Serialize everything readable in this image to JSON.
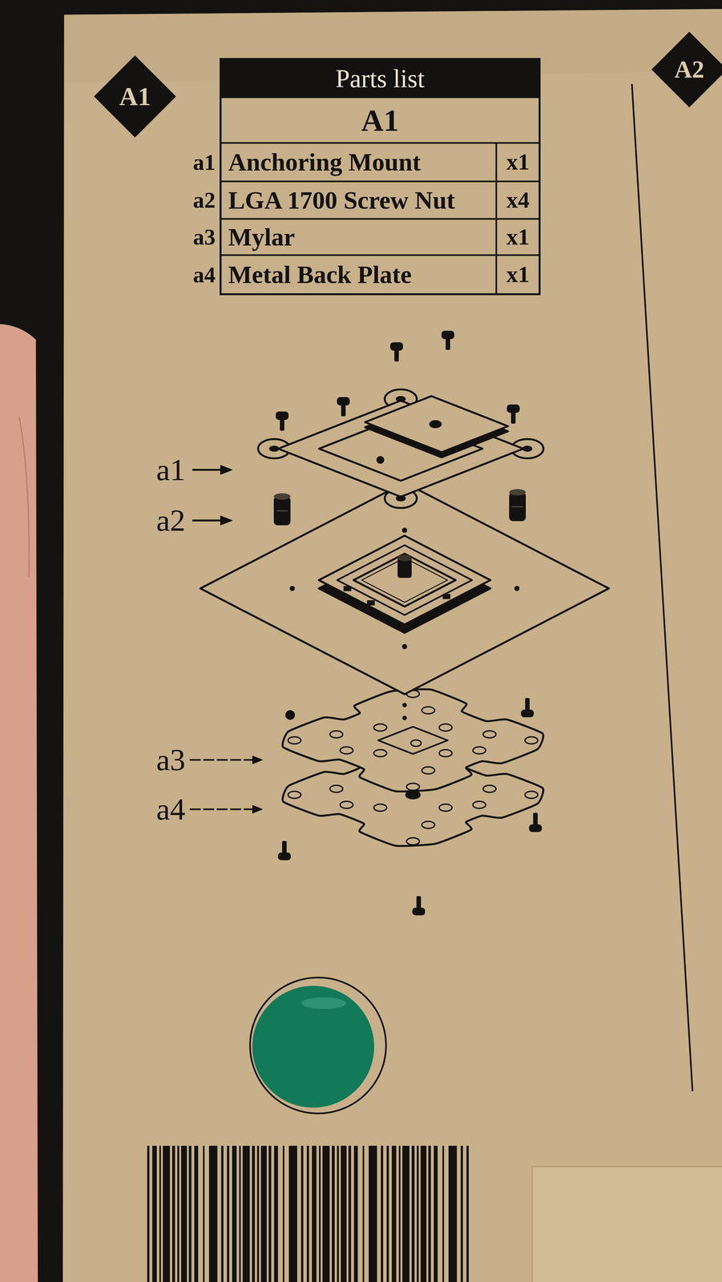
{
  "diagram": {
    "nodes": [
      {
        "text": [
          "A1"
        ]
      },
      {
        "text": [
          "A2"
        ]
      }
    ],
    "labels": [
      "Parts list",
      "A1",
      "a1",
      "Anchoring Mount",
      "x1",
      "a2",
      "LGA 1700 Screw Nut",
      "x4",
      "a3",
      "Mylar",
      "x1",
      "a4",
      "Metal Back Plate",
      "x1",
      "a1",
      "a2",
      "a3",
      "a4"
    ]
  }
}
